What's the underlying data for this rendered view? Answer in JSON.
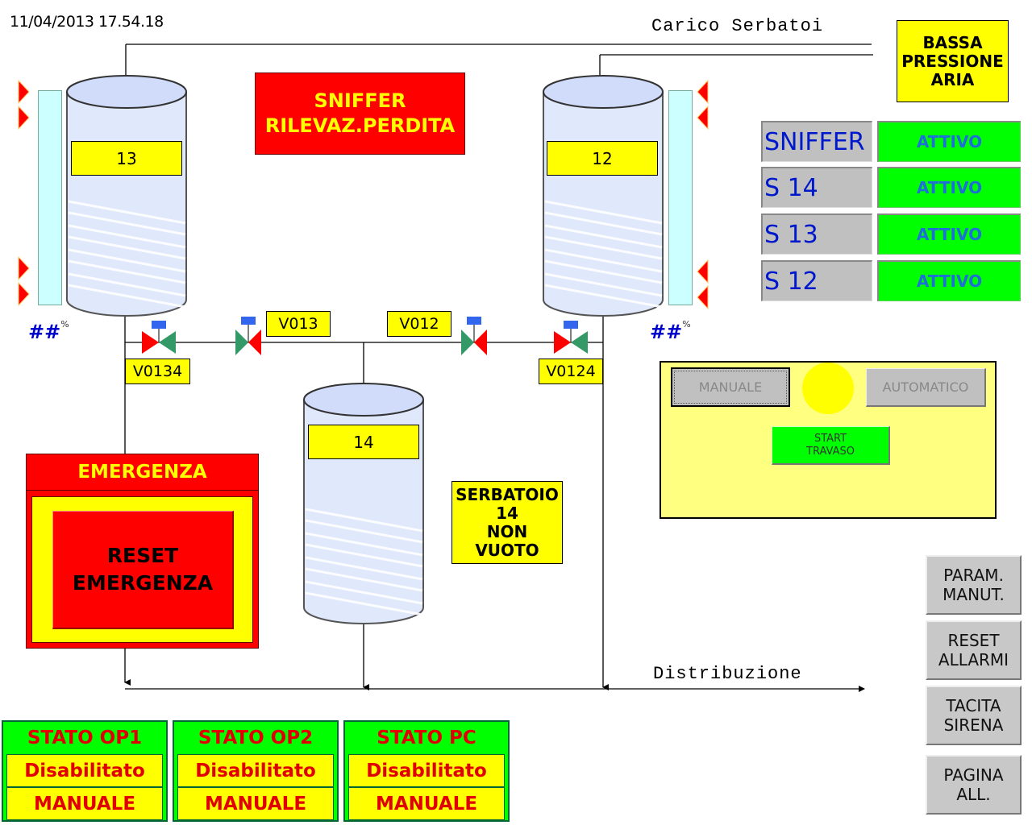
{
  "header": {
    "datetime": "11/04/2013 17.54.18",
    "load_line_label": "Carico Serbatoi",
    "distribution_line_label": "Distribuzione"
  },
  "alarms": {
    "low_air_pressure": [
      "BASSA",
      "PRESSIONE",
      "ARIA"
    ],
    "sniffer_leak": [
      "SNIFFER",
      "RILEVAZ.PERDITA"
    ],
    "tank_not_empty": [
      "SERBATOIO",
      "14",
      "NON VUOTO"
    ]
  },
  "tanks": [
    {
      "id": "13",
      "level_percent_text": "##",
      "percent_sign": "%"
    },
    {
      "id": "12",
      "level_percent_text": "##",
      "percent_sign": "%"
    },
    {
      "id": "14"
    }
  ],
  "valves": [
    {
      "label": "V0134"
    },
    {
      "label": "V013"
    },
    {
      "label": "V012"
    },
    {
      "label": "V0124"
    }
  ],
  "sensors": [
    {
      "name": "SNIFFER",
      "state": "ATTIVO"
    },
    {
      "name": "S 14",
      "state": "ATTIVO"
    },
    {
      "name": "S 13",
      "state": "ATTIVO"
    },
    {
      "name": "S 12",
      "state": "ATTIVO"
    }
  ],
  "mode_panel": {
    "manual_label": "MANUALE",
    "auto_label": "AUTOMATICO",
    "start_label": [
      "START",
      "TRAVASO"
    ]
  },
  "emergency": {
    "title": "EMERGENZA",
    "reset_label": [
      "RESET",
      "EMERGENZA"
    ]
  },
  "side_buttons": [
    {
      "label": [
        "PARAM.",
        "MANUT."
      ]
    },
    {
      "label": [
        "RESET",
        "ALLARMI"
      ]
    },
    {
      "label": [
        "TACITA",
        "SIRENA"
      ]
    },
    {
      "label": [
        "PAGINA",
        "ALL."
      ]
    }
  ],
  "station_states": [
    {
      "title": "STATO OP1",
      "enable": "Disabilitato",
      "mode": "MANUALE"
    },
    {
      "title": "STATO OP2",
      "enable": "Disabilitato",
      "mode": "MANUALE"
    },
    {
      "title": "STATO PC",
      "enable": "Disabilitato",
      "mode": "MANUALE"
    }
  ],
  "colors": {
    "alarm_red": "#ff0000",
    "alarm_yellow": "#ffff00",
    "active_green": "#00ff00",
    "sensor_text_blue": "#0018cc",
    "state_text_red": "#e00000"
  }
}
